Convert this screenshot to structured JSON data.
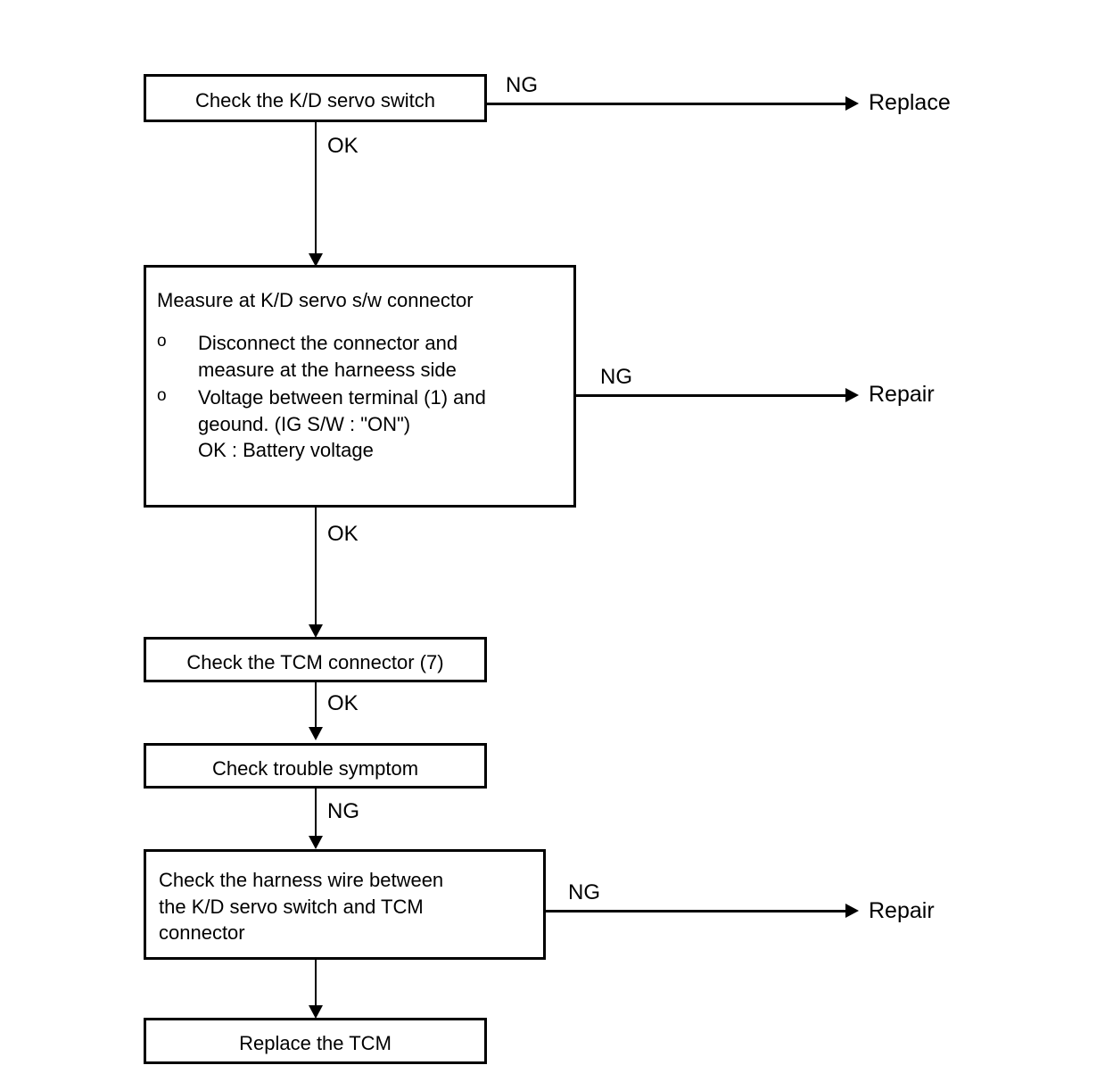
{
  "diagram": {
    "title": "K/D servo switch troubleshooting flowchart",
    "type": "flowchart",
    "line_color": "#000000",
    "background_color": "#ffffff"
  },
  "nodes": {
    "check_kd_servo_switch": {
      "label": "Check the K/D servo switch"
    },
    "measure_connector": {
      "heading": "Measure at K/D servo s/w connector",
      "bullet_marker": "o",
      "bullets": [
        "Disconnect the connector and\nmeasure at the harneess side",
        "Voltage between terminal (1) and\ngeound. (IG S/W : \"ON\")\nOK : Battery voltage"
      ]
    },
    "check_tcm_connector": {
      "label": "Check the TCM connector (7)"
    },
    "check_trouble_symptom": {
      "label": "Check trouble symptom"
    },
    "check_harness_wire": {
      "label": "Check the harness wire between\nthe K/D servo switch and TCM\nconnector"
    },
    "replace_tcm": {
      "label": "Replace the TCM"
    }
  },
  "terminals": {
    "replace_1": {
      "label": "Replace"
    },
    "repair_1": {
      "label": "Repair"
    },
    "repair_2": {
      "label": "Repair"
    }
  },
  "edges": {
    "e1_ng": {
      "label": "NG"
    },
    "e1_ok": {
      "label": "OK"
    },
    "e2_ng": {
      "label": "NG"
    },
    "e2_ok": {
      "label": "OK"
    },
    "e3_ok": {
      "label": "OK"
    },
    "e4_ng": {
      "label": "NG"
    },
    "e5_ng": {
      "label": "NG"
    }
  }
}
